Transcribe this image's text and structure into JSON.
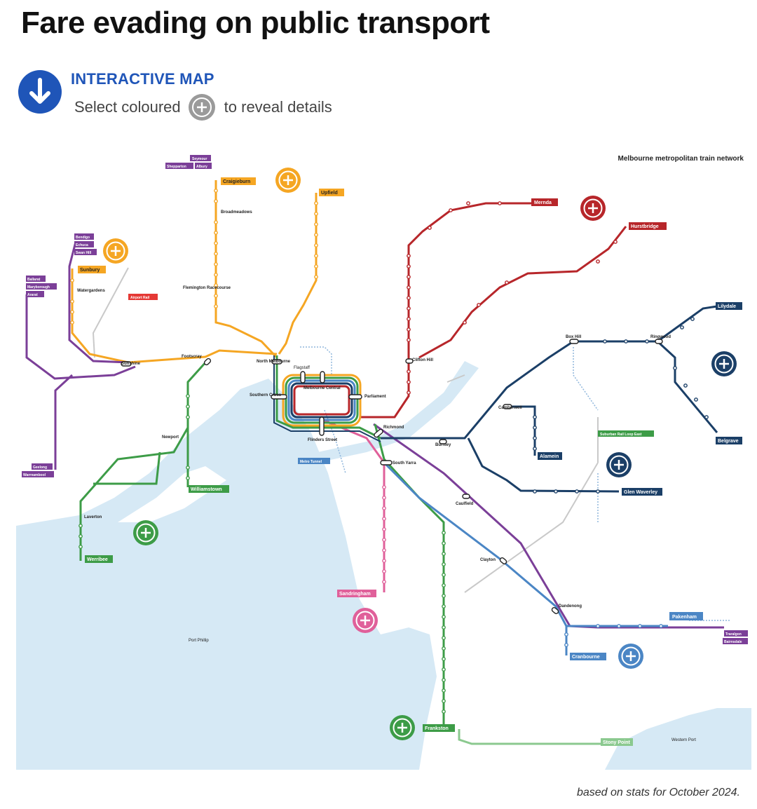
{
  "header": {
    "title": "Fare evading on public transport"
  },
  "intro": {
    "heading": "INTERACTIVE MAP",
    "text_before": "Select coloured",
    "text_after": "to reveal details",
    "icon": "arrow-down-icon",
    "plus_icon": "plus-circle-icon"
  },
  "map": {
    "title": "Melbourne metropolitan train network",
    "places": {
      "port_phillip": "Port Phillip",
      "western_port": "Western Port"
    },
    "colors": {
      "water": "#d6e9f5",
      "yellow": "#f5a623",
      "green": "#3d9c47",
      "red": "#b7262a",
      "navy": "#1b3f67",
      "blue": "#4b86c5",
      "purple": "#7b3f98",
      "pink": "#e0609a",
      "cyan": "#2aa8c9",
      "grey": "#b7b7b7"
    },
    "stations": {
      "craigieburn": "Craigieburn",
      "upfield": "Upfield",
      "mernda": "Mernda",
      "hurstbridge": "Hurstbridge",
      "lilydale": "Lilydale",
      "belgrave": "Belgrave",
      "alamein": "Alamein",
      "glen_waverley": "Glen Waverley",
      "pakenham": "Pakenham",
      "cranbourne": "Cranbourne",
      "frankston": "Frankston",
      "stony_point": "Stony Point",
      "sandringham": "Sandringham",
      "werribee": "Werribee",
      "williamstown": "Williamstown",
      "sunbury": "Sunbury",
      "seymour": "Seymour",
      "shepparton": "Shepparton",
      "albury": "Albury",
      "bendigo": "Bendigo",
      "echuca": "Echuca",
      "swan_hill": "Swan Hill",
      "ballarat": "Ballarat",
      "maryborough": "Maryborough",
      "ararat": "Ararat",
      "geelong": "Geelong",
      "warrnambool": "Warrnambool",
      "traralgon": "Traralgon",
      "bairnsdale": "Bairnsdale",
      "airport_rail": "Airport Rail",
      "metro_tunnel": "Metro Tunnel",
      "suburban_rail_loop": "Suburban Rail Loop East",
      "flinders_street": "Flinders Street",
      "southern_cross": "Southern Cross",
      "melbourne_central": "Melbourne Central",
      "parliament": "Parliament",
      "flagstaff": "Flagstaff",
      "richmond": "Richmond",
      "south_yarra": "South Yarra",
      "north_melbourne": "North Melbourne",
      "footscray": "Footscray",
      "sunshine": "Sunshine",
      "caulfield": "Caulfield",
      "clayton": "Clayton",
      "dandenong": "Dandenong",
      "box_hill": "Box Hill",
      "ringwood": "Ringwood",
      "camberwell": "Camberwell",
      "burnley": "Burnley",
      "clifton_hill": "Clifton Hill",
      "broadmeadows": "Broadmeadows",
      "watergardens": "Watergardens",
      "newport": "Newport",
      "laverton": "Laverton",
      "flemington_racecourse": "Flemington Racecourse"
    },
    "hotspots": [
      {
        "id": "craigieburn-upfield",
        "color": "#f5a623"
      },
      {
        "id": "sunbury",
        "color": "#f5a623"
      },
      {
        "id": "mernda-hurstbridge",
        "color": "#b7262a"
      },
      {
        "id": "lilydale-belgrave",
        "color": "#1b3f67"
      },
      {
        "id": "glen-waverley-alamein",
        "color": "#1b3f67"
      },
      {
        "id": "werribee-williamstown",
        "color": "#3d9c47"
      },
      {
        "id": "sandringham",
        "color": "#e0609a"
      },
      {
        "id": "pakenham-cranbourne",
        "color": "#4b86c5"
      },
      {
        "id": "frankston-stony-point",
        "color": "#3d9c47"
      }
    ]
  },
  "footer": {
    "note": "based on stats for October 2024."
  }
}
